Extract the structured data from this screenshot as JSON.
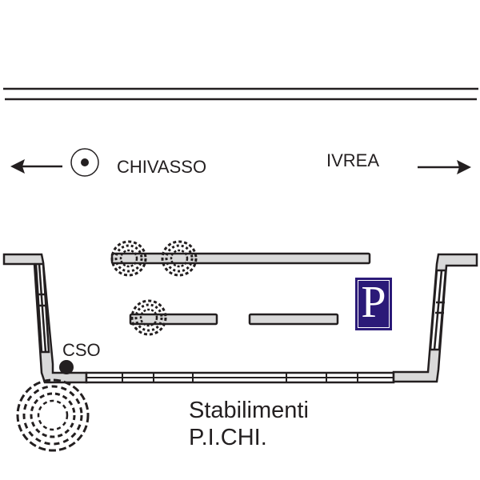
{
  "labels": {
    "west_destination": "CHIVASSO",
    "east_destination": "IVREA",
    "cso": "CSO",
    "plant_line1": "Stabilimenti",
    "plant_line2": "P.I.CHI."
  },
  "parking_sign": {
    "glyph": "P",
    "background_color": "#2b1a78",
    "glyph_color": "#ffffff"
  },
  "icons": {
    "west_arrow": "arrow-left",
    "east_arrow": "arrow-right",
    "location_marker": "circled-dot",
    "cso_marker": "filled-circle",
    "trees": "tree-canopy"
  },
  "colors": {
    "line": "#231f20",
    "wall_fill": "#d9d9d9",
    "background": "#ffffff"
  }
}
